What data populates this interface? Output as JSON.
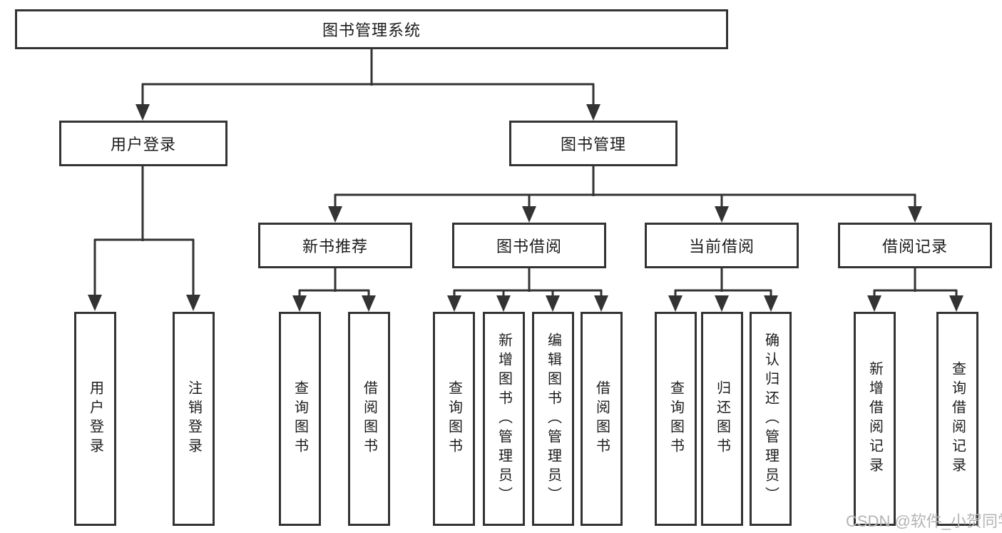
{
  "diagram": {
    "root": {
      "label": "图书管理系统"
    },
    "branches": [
      {
        "label": "用户登录",
        "children": [
          {
            "label": "用户登录"
          },
          {
            "label": "注销登录"
          }
        ]
      },
      {
        "label": "图书管理",
        "children": [
          {
            "label": "新书推荐",
            "children": [
              {
                "label": "查询图书"
              },
              {
                "label": "借阅图书"
              }
            ]
          },
          {
            "label": "图书借阅",
            "children": [
              {
                "label": "查询图书"
              },
              {
                "label": "新增图书（管理员）"
              },
              {
                "label": "编辑图书（管理员）"
              },
              {
                "label": "借阅图书"
              }
            ]
          },
          {
            "label": "当前借阅",
            "children": [
              {
                "label": "查询图书"
              },
              {
                "label": "归还图书"
              },
              {
                "label": "确认归还（管理员）"
              }
            ]
          },
          {
            "label": "借阅记录",
            "children": [
              {
                "label": "新增借阅记录"
              },
              {
                "label": "查询借阅记录"
              }
            ]
          }
        ]
      }
    ]
  },
  "watermark": {
    "text": "CSDN @软件_小贺同学",
    "color": "#b4b4b4"
  },
  "colors": {
    "line": "#333333",
    "border": "#333333",
    "text": "#1c1c1c",
    "background": "#ffffff"
  }
}
